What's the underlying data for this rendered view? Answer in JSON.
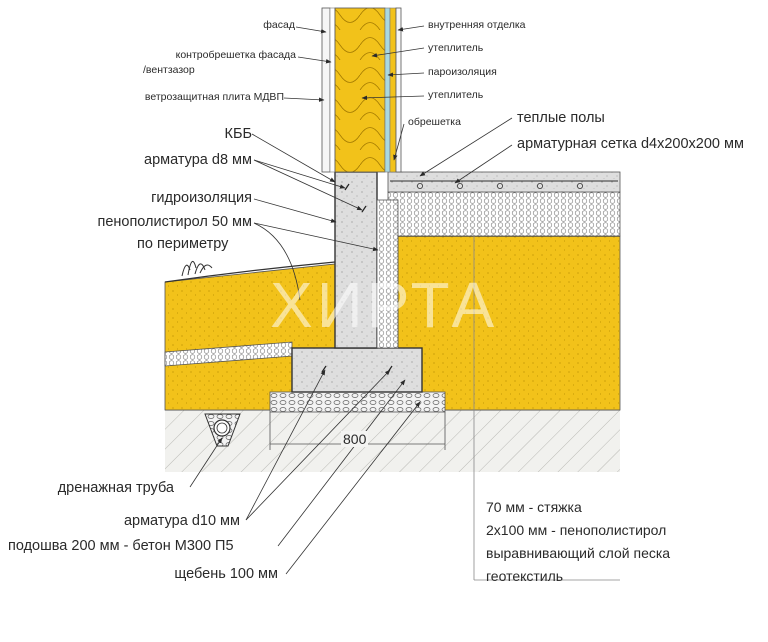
{
  "watermark": "ХИРТА",
  "dimension": "800",
  "labels_left": {
    "facade": "фасад",
    "counter_batten_1": "контробрешетка фасада",
    "counter_batten_2": "/вентзазор",
    "wind_board": "ветрозащитная плита МДВП",
    "kbb": "КББ",
    "rebar_d8": "арматура d8 мм",
    "waterproofing": "гидроизоляция",
    "eps_1": "пенополистирол 50 мм",
    "eps_2": "по периметру",
    "drain_pipe": "дренажная труба",
    "rebar_d10": "арматура d10 мм",
    "footing": "подошва 200 мм - бетон М300 П5",
    "gravel": "щебень 100 мм"
  },
  "labels_right": {
    "inner_finish": "внутренняя отделка",
    "insulation_1": "утеплитель",
    "vapor_barrier": "пароизоляция",
    "insulation_2": "утеплитель",
    "lathing": "обрешетка",
    "warm_floor": "теплые полы",
    "mesh": "арматурная сетка d4х200х200 мм"
  },
  "floor_layers": [
    "70 мм - стяжка",
    "2х100 мм - пенополистирол",
    "выравнивающий слой песка",
    "геотекстиль"
  ],
  "colors": {
    "sand": "#f2c21a",
    "concrete": "#dcdcdc",
    "soil": "#efefec",
    "line": "#3a3a3a"
  }
}
